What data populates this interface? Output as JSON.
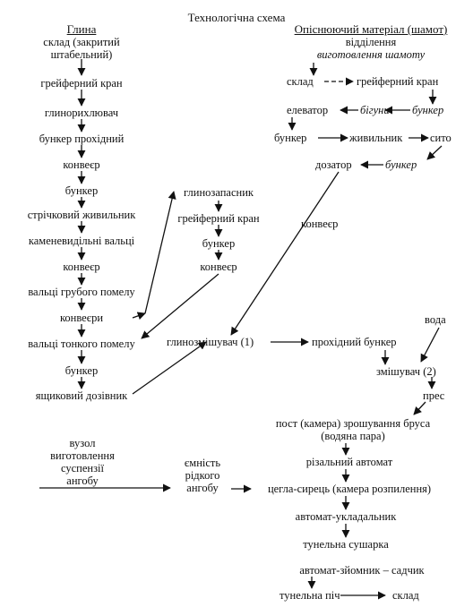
{
  "title": "Технологічна схема",
  "left_column": {
    "header": "Глина",
    "items": [
      "склад (закритий",
      "штабельний)",
      "грейферний кран",
      "глинорихлювач",
      "бункер прохідний",
      "конвеєр",
      "бункер",
      "стрічковий живильник",
      "каменевидільні вальці",
      "конвеєр",
      "вальці грубого помелу",
      "конвеєри",
      "вальці тонкого помелу",
      "бункер",
      "ящиковий дозівник"
    ]
  },
  "middle_column": {
    "items": [
      "глинозапасник",
      "грейферний кран",
      "бункер",
      "конвеєр"
    ]
  },
  "right_column": {
    "header": "Опіснюючий матеріал (шамот)",
    "dept_line1": "відділення",
    "dept_line2": "виготовлення шамоту",
    "sklad": "склад",
    "crane": "грейферний кран",
    "elevator": "елеватор",
    "biguny": "бігуни",
    "bunker1": "бункер",
    "bunker2": "бункер",
    "feeder": "живильник",
    "sieve": "сито",
    "dozator": "дозатор",
    "bunker3": "бункер",
    "conveyor": "конвеєр"
  },
  "lower": {
    "mixer1": "глинозмішувач (1)",
    "pass_bunker": "прохідний бункер",
    "water": "вода",
    "mixer2": "змішувач (2)",
    "press": "прес",
    "post_line1": "пост (камера) зрошування бруса",
    "post_line2": "(водяна пара)",
    "cutter": "різальний автомат",
    "brick": "цегла-сирець (камера розпилення)",
    "stacker": "автомат-укладальник",
    "dryer": "тунельна сушарка",
    "unloader": "автомат-зйомник – садчик",
    "kiln": "тунельна піч",
    "store": "склад"
  },
  "engobe": {
    "unit_lines": [
      "вузол",
      "виготовлення",
      "суспензії",
      "ангобу"
    ],
    "tank_lines": [
      "ємність",
      "рідкого",
      "ангобу"
    ]
  }
}
